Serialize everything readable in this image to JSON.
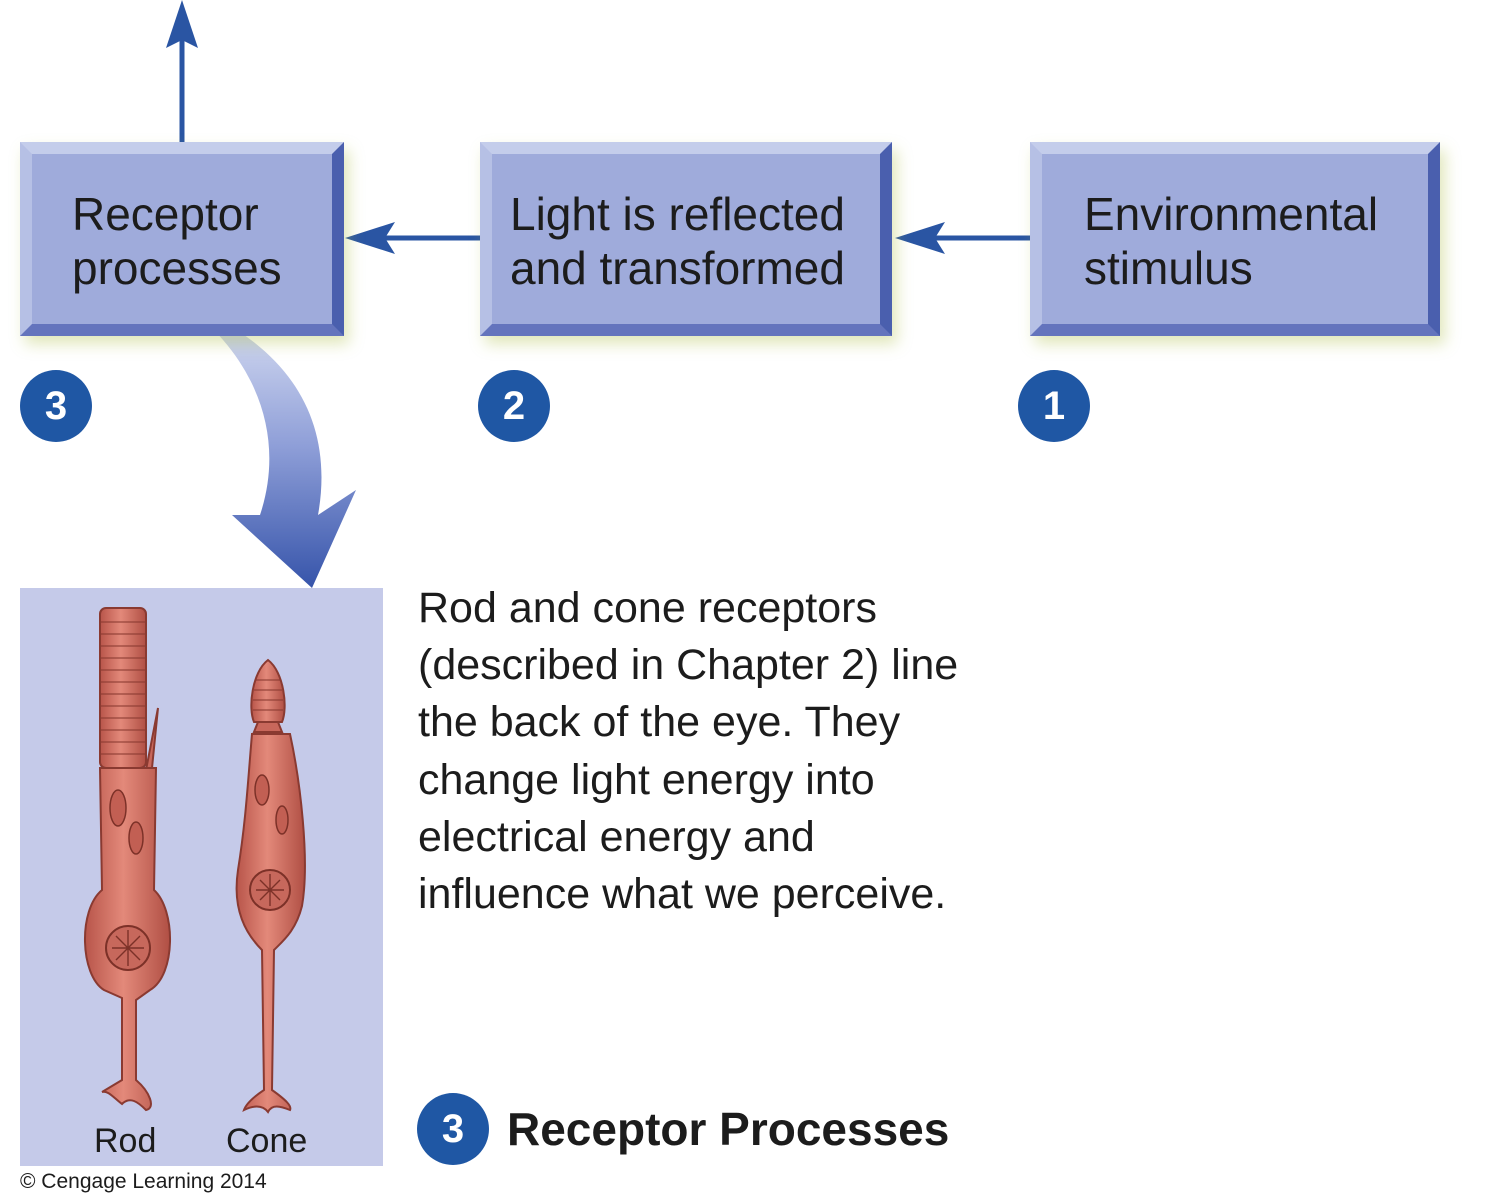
{
  "steps": [
    {
      "number": "1",
      "label_line1": "Environmental",
      "label_line2": "stimulus"
    },
    {
      "number": "2",
      "label_line1": "Light is reflected",
      "label_line2": "and transformed"
    },
    {
      "number": "3",
      "label_line1": "Receptor",
      "label_line2": "processes"
    }
  ],
  "panel": {
    "rod_label": "Rod",
    "cone_label": "Cone"
  },
  "description": "Rod and cone receptors (described in Chapter 2) line the back of the eye. They change light energy into electrical energy and influence what we perceive.",
  "section": {
    "number": "3",
    "title": "Receptor Processes"
  },
  "copyright": "© Cengage Learning 2014",
  "colors": {
    "box_fill": "#9fabdb",
    "arrow": "#2a55a3",
    "badge": "#1f57a4",
    "panel_bg": "#c5cae9",
    "cell_fill": "#d7776a"
  }
}
